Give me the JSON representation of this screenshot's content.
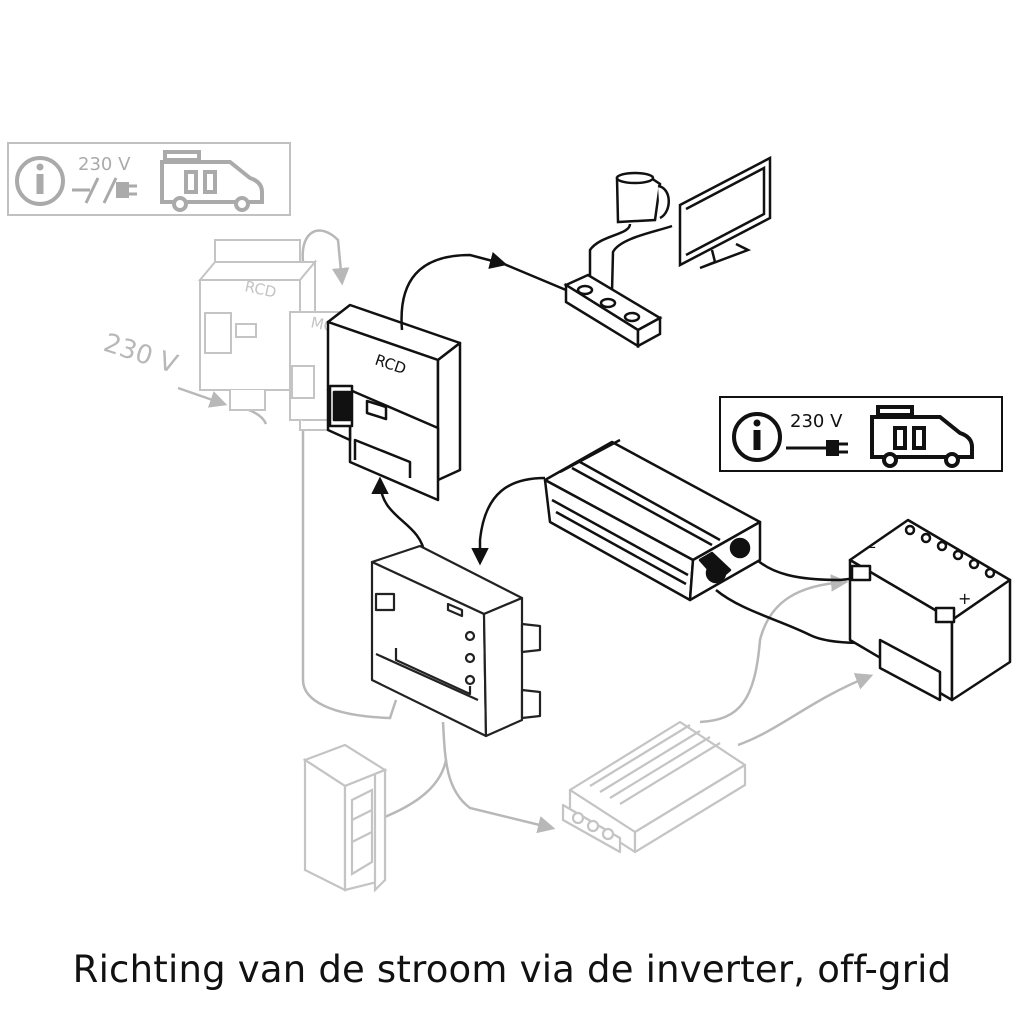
{
  "caption": "Richting van de stroom via de inverter, off-grid",
  "info_box_grid": {
    "voltage": "230 V",
    "status": "disconnected"
  },
  "info_box_inverter": {
    "voltage": "230 V",
    "status": "connected"
  },
  "grid_input_label": "230 V",
  "panel": {
    "rcd_left": "RCD",
    "mcb": "MCB",
    "rcd_active": "RCD"
  },
  "battery": {
    "minus": "–",
    "plus": "+"
  },
  "colors": {
    "active_line": "#111111",
    "inactive_line": "#b8b8b8"
  }
}
